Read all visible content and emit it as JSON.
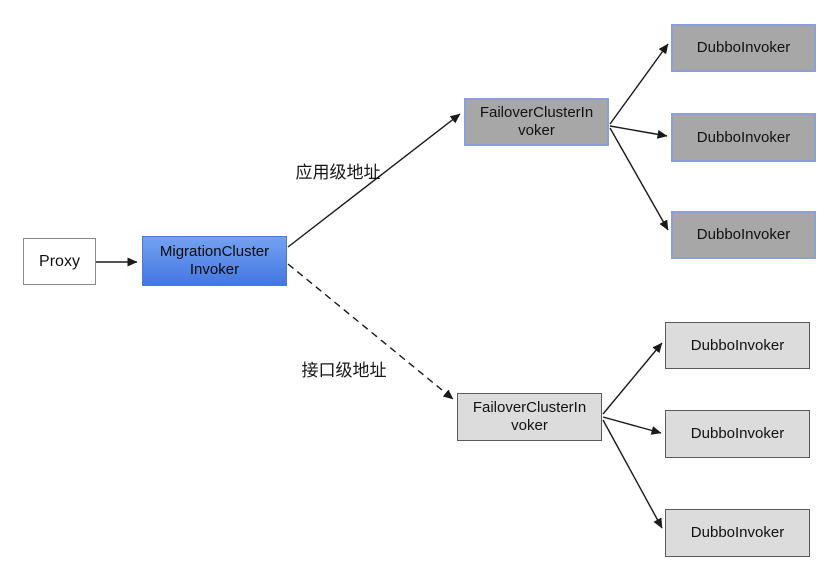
{
  "diagram": {
    "type": "flow-diagram",
    "nodes": {
      "proxy": "Proxy",
      "migration_cluster_invoker": "MigrationCluster\nInvoker",
      "failover_cluster_invoker_app": "FailoverClusterIn\nvoker",
      "dubbo_invokers_app": [
        "DubboInvoker",
        "DubboInvoker",
        "DubboInvoker"
      ],
      "failover_cluster_invoker_interface": "FailoverClusterIn\nvoker",
      "dubbo_invokers_interface": [
        "DubboInvoker",
        "DubboInvoker",
        "DubboInvoker"
      ]
    },
    "edge_labels": {
      "application_level": "应用级地址",
      "interface_level": "接口级地址"
    },
    "edge_styles": {
      "application_path": "solid",
      "interface_path": "dashed"
    },
    "colors": {
      "migration_box_fill_top": "#74A2F1",
      "migration_box_fill_bottom": "#4377E2",
      "migration_box_border": "#4A7CCB",
      "app_box_fill": "#A7A7A7",
      "app_box_border": "#8C9FD6",
      "interface_box_fill": "#DCDCDC",
      "interface_box_border": "#5A5A5A",
      "proxy_box_fill": "#FFFFFF",
      "proxy_box_border": "#8A8A8A",
      "line_color": "#1A1A1A",
      "background": "#FFFFFF"
    }
  }
}
